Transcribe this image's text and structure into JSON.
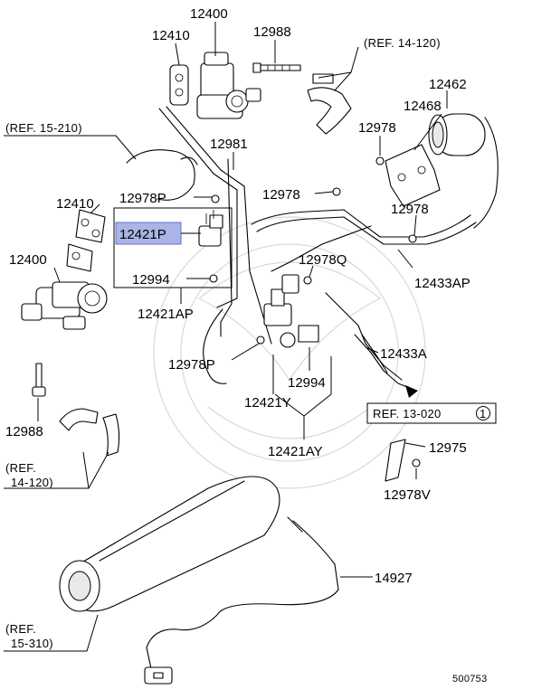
{
  "diagram_id": "500753",
  "labels": {
    "p12400_top": "12400",
    "p12410_top": "12410",
    "p12988_top": "12988",
    "ref_14_120_top": "(REF. 14-120)",
    "p12462": "12462",
    "p12468": "12468",
    "ref_15_210": "(REF. 15-210)",
    "p12978_a": "12978",
    "p12981": "12981",
    "p12410_left": "12410",
    "p12978p_box": "12978P",
    "p12978_b": "12978",
    "p12978_c": "12978",
    "p12421p": "12421P",
    "p12400_left": "12400",
    "p12978q": "12978Q",
    "p12994_box": "12994",
    "p12433ap": "12433AP",
    "p12421ap": "12421AP",
    "p12978p_low": "12978P",
    "p12433a": "12433A",
    "p12994_mid": "12994",
    "p12421y": "12421Y",
    "ref_13_020": "REF. 13-020",
    "ref_13_020_circle": "1",
    "p12988_left": "12988",
    "p12421ay": "12421AY",
    "p12975": "12975",
    "ref_14_120_left_a": "(REF.",
    "ref_14_120_left_b": "14-120)",
    "p12978v": "12978V",
    "p14927": "14927",
    "ref_15_310_a": "(REF.",
    "ref_15_310_b": "15-310)"
  },
  "colors": {
    "highlight_fill": "#aab4e6",
    "highlight_border": "#6a75c4",
    "line": "#000000",
    "watermark": "#d8d8d8"
  }
}
